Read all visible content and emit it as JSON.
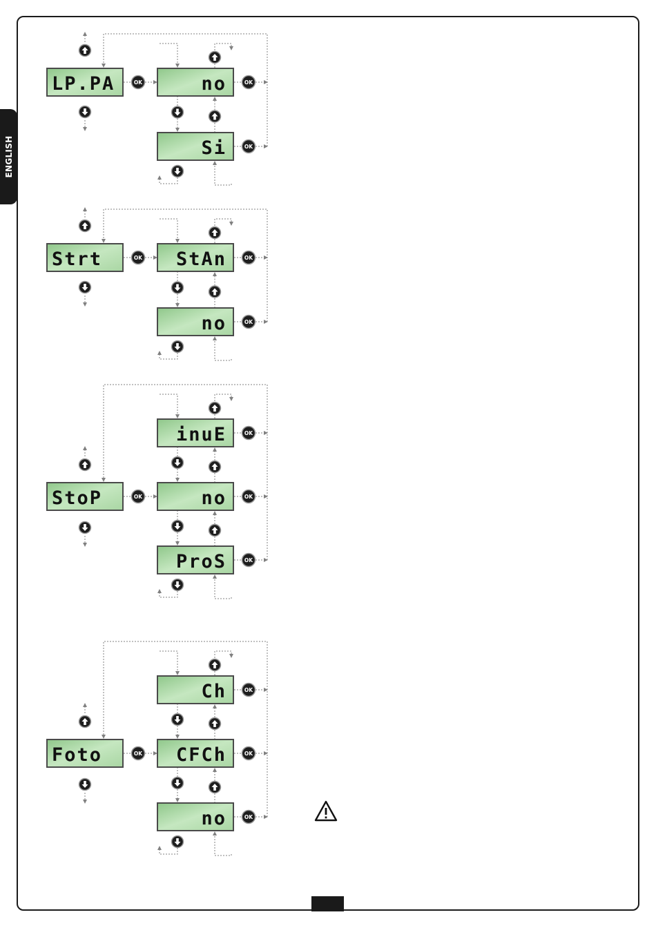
{
  "sidebar": {
    "language_tab": "ENGLISH"
  },
  "button_label": "OK",
  "menus": [
    {
      "name": "LP.PA",
      "options": [
        "no",
        "Si"
      ]
    },
    {
      "name": "Strt",
      "options": [
        "StAn",
        "no"
      ]
    },
    {
      "name": "StoP",
      "options": [
        "inuE",
        "no",
        "ProS"
      ]
    },
    {
      "name": "Foto",
      "options": [
        "Ch",
        "CFCh",
        "no"
      ]
    }
  ],
  "colors": {
    "lcd_fill": "#b6ddb0",
    "lcd_stroke": "#4a4a4a",
    "button": "#1e1e1e",
    "connector": "#808080"
  },
  "icons": [
    "up-arrow-icon",
    "down-arrow-icon",
    "ok-button-icon",
    "warning-icon"
  ]
}
